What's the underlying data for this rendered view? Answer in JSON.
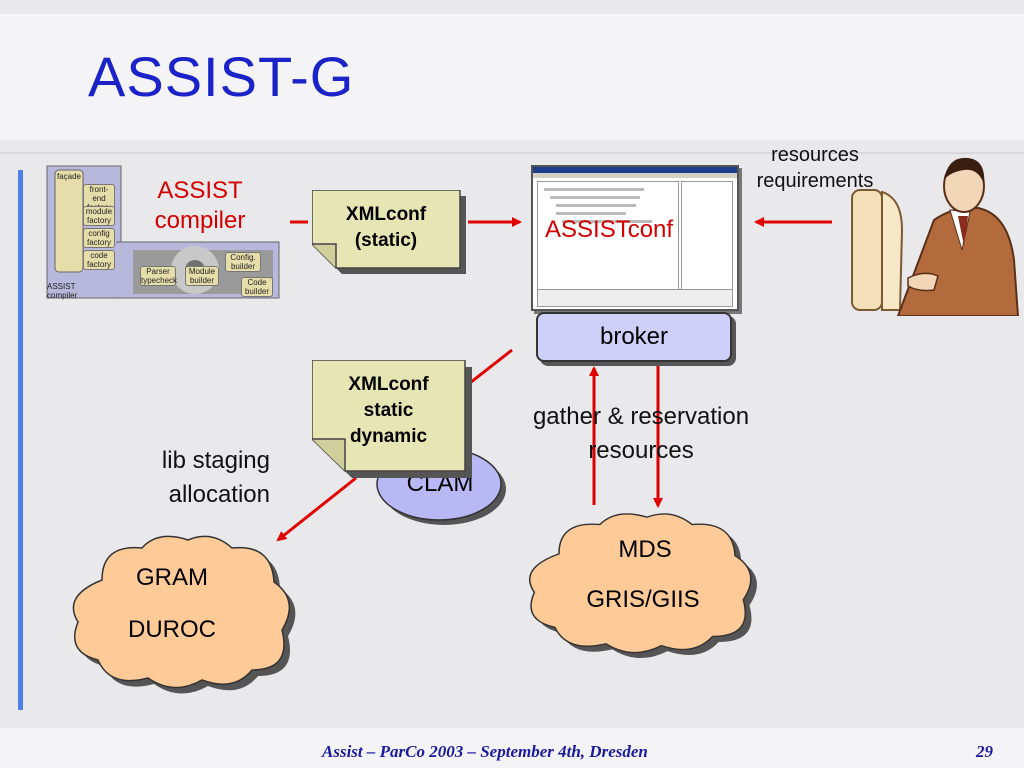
{
  "slide": {
    "title": "ASSIST-G",
    "footer": "Assist – ParCo 2003 – September 4th, Dresden",
    "page_number": "29"
  },
  "compiler_diagram": {
    "facade_label": "façade",
    "factories": [
      "front-end factory",
      "module factory",
      "config factory",
      "code factory"
    ],
    "parts": [
      "Parser typecheck",
      "Module builder",
      "Config. builder",
      "Code builder"
    ],
    "caption": "ASSIST compiler"
  },
  "labels": {
    "assist_compiler_line1": "ASSIST",
    "assist_compiler_line2": "compiler",
    "assistconf": "ASSISTconf",
    "resources_requirements_line1": "resources",
    "resources_requirements_line2": "requirements",
    "broker": "broker",
    "gather_line1": "gather & reservation",
    "gather_line2": "resources",
    "lib_staging_line1": "lib staging",
    "lib_staging_line2": "allocation",
    "clam": "CLAM"
  },
  "notes": {
    "static_line1": "XMLconf",
    "static_line2": "(static)",
    "dynamic_line1": "XMLconf",
    "dynamic_line2": "static",
    "dynamic_line3": "dynamic"
  },
  "clouds": {
    "gram_line1": "GRAM",
    "gram_line2": "DUROC",
    "mds_line1": "MDS",
    "mds_line2": "GRIS/GIIS"
  },
  "colors": {
    "title": "#1a22c8",
    "arrow": "#e00000",
    "cloud_fill": "#fdca98",
    "note_fill": "#e6e6b4",
    "broker_fill": "#cfd0fa",
    "clam_fill": "#b8b8f4"
  }
}
